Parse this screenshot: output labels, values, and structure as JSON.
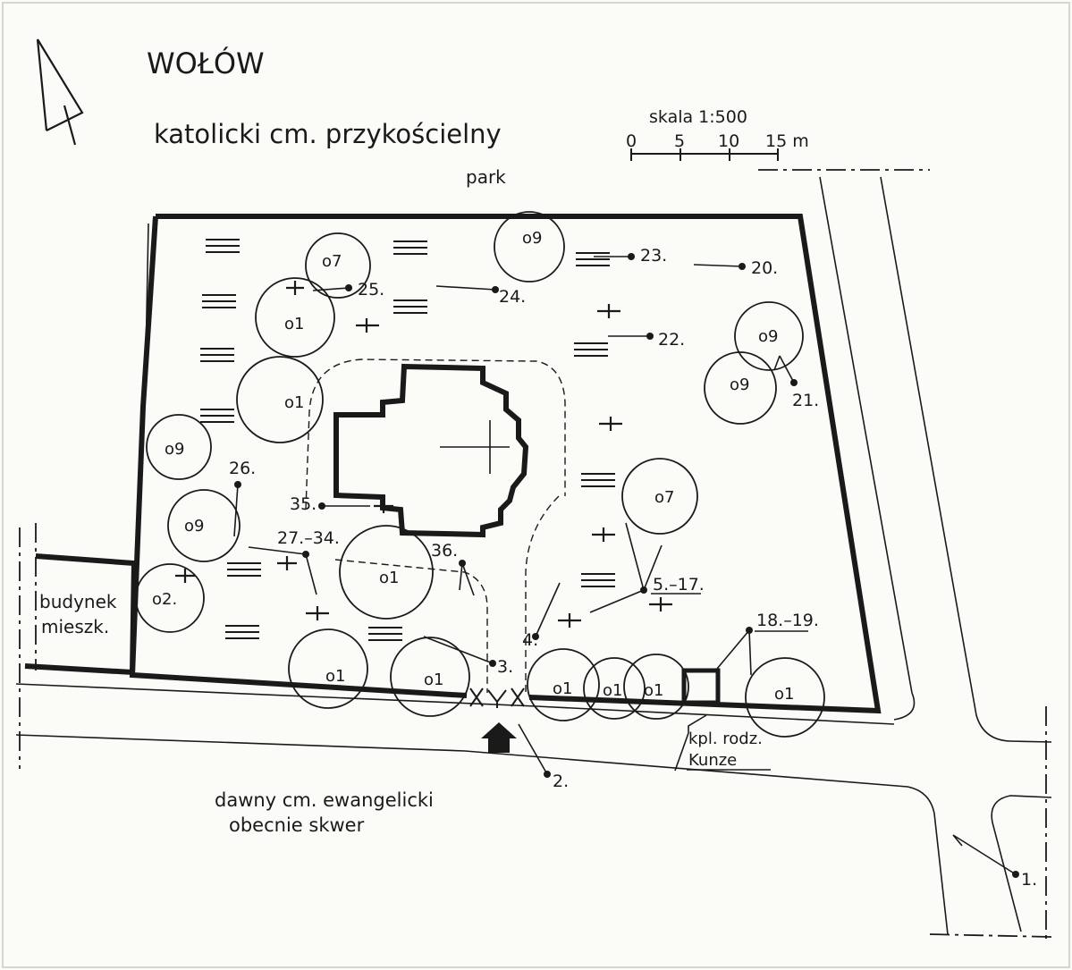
{
  "header": {
    "town": "WOŁÓW",
    "subtitle": "katolicki cm. przykościelny"
  },
  "scale": {
    "label": "skala 1:500",
    "ticks": [
      "0",
      "5",
      "10",
      "15 m"
    ]
  },
  "surroundings": {
    "north": "park",
    "building_line1": "budynek",
    "building_line2": "mieszk.",
    "south_line1": "dawny cm. ewangelicki",
    "south_line2": "obecnie skwer",
    "tomb_line1": "kpl. rodz.",
    "tomb_line2": "Kunze"
  },
  "tree_labels": {
    "t1": "o7",
    "t2": "o1",
    "t3": "o1",
    "t4": "o9",
    "t5": "o9",
    "t6": "o2.",
    "t7": "o1",
    "t8": "o1",
    "t9": "o1",
    "t10": "o9",
    "t11": "o7",
    "t12": "o1",
    "t13": "o1",
    "t14": "o1",
    "t15": "o1",
    "t16": "o9",
    "t17": "o9"
  },
  "object_labels": {
    "n1": "1.",
    "n2": "2.",
    "n3": "3.",
    "n4": "4.",
    "n5": "5.–17.",
    "n18": "18.–19.",
    "n20": "20.",
    "n21": "21.",
    "n22": "22.",
    "n23": "23.",
    "n24": "24.",
    "n25": "25.",
    "n26": "26.",
    "n27": "27.–34.",
    "n35": "35.",
    "n36": "36."
  }
}
